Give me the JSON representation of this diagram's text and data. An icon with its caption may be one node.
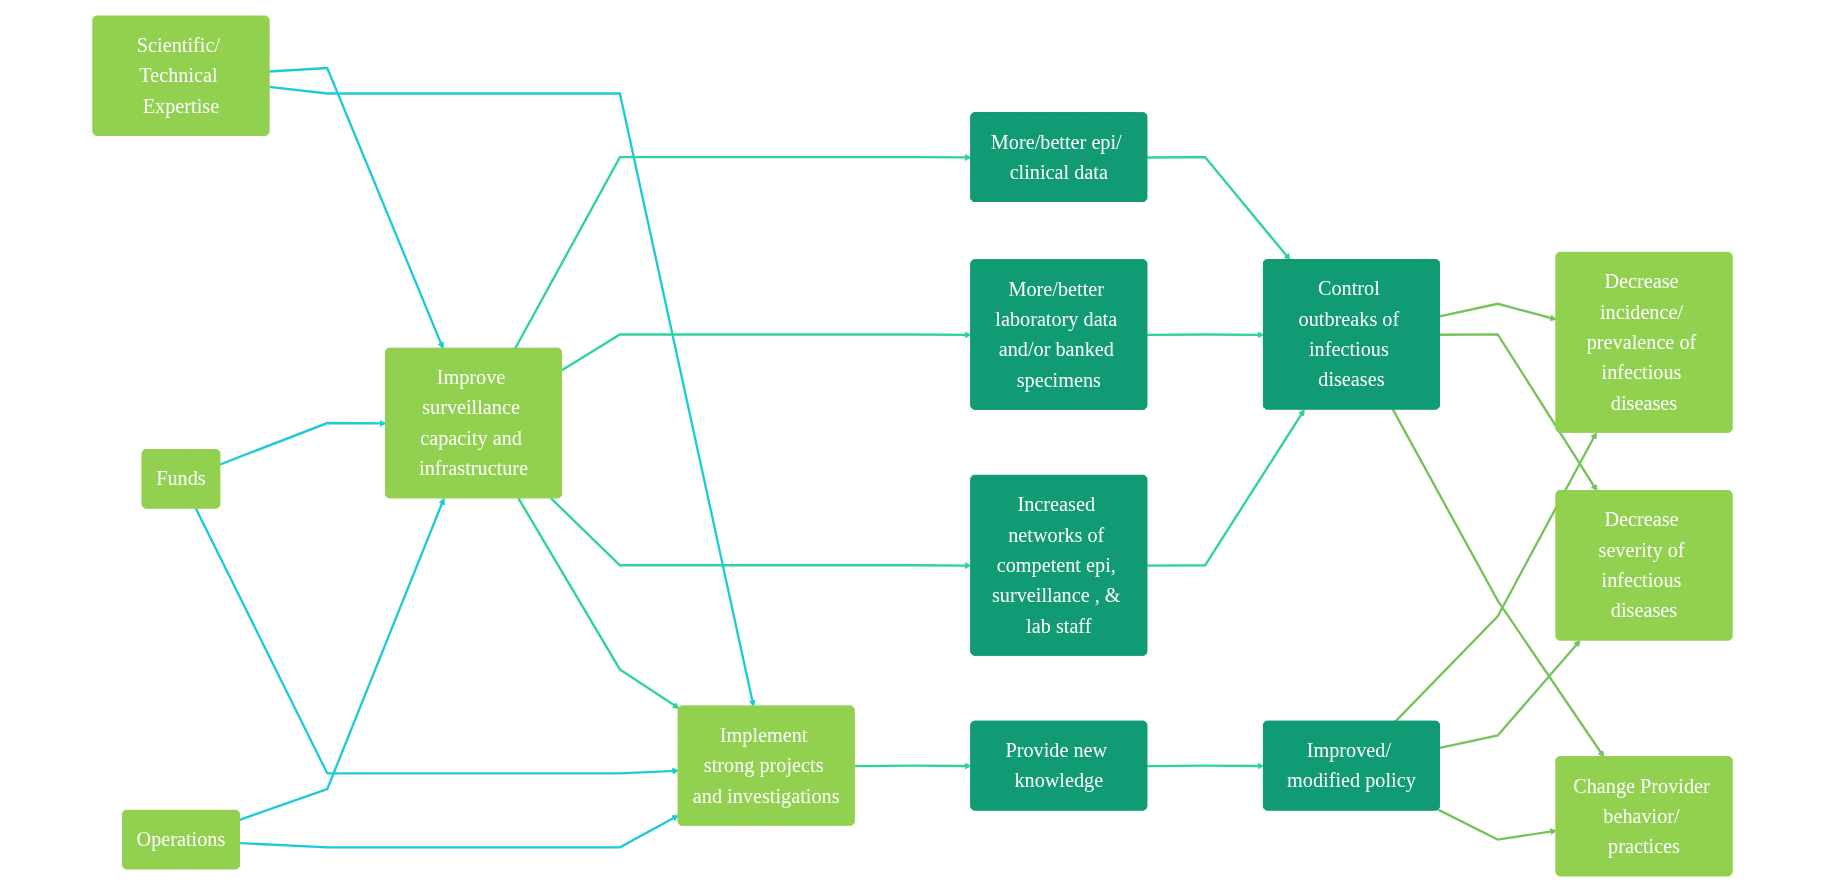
{
  "diagram": {
    "nodes": [
      {
        "text": [
          "Scientific/ Technical Expertise"
        ]
      },
      {
        "text": [
          "Funds"
        ]
      },
      {
        "text": [
          "Operations"
        ]
      },
      {
        "text": [
          "Improve surveillance capacity and infrastructure"
        ]
      },
      {
        "text": [
          "Implement strong projects and investigations"
        ]
      },
      {
        "text": [
          "More/better epi/ clinical data"
        ]
      },
      {
        "text": [
          "More/better laboratory data and/or banked specimens"
        ]
      },
      {
        "text": [
          "Increased networks of competent epi, surveillance , & lab staff"
        ]
      },
      {
        "text": [
          "Provide new knowledge"
        ]
      },
      {
        "text": [
          "Control outbreaks of infectious diseases"
        ]
      },
      {
        "text": [
          "Improved/ modified policy"
        ]
      },
      {
        "text": [
          "Decrease incidence/ prevalence of infectious diseases"
        ]
      },
      {
        "text": [
          "Decrease severity of infectious diseases"
        ]
      },
      {
        "text": [
          "Change Provider behavior/ practices"
        ]
      }
    ],
    "edges": [
      {
        "from": 0,
        "to": 3,
        "arrow": "to",
        "color": "#1ccad8"
      },
      {
        "from": 1,
        "to": 3,
        "arrow": "to",
        "color": "#1ccad8"
      },
      {
        "from": 2,
        "to": 3,
        "arrow": "to",
        "color": "#1ccad8"
      },
      {
        "from": 0,
        "to": 4,
        "arrow": "to",
        "color": "#1ccad8"
      },
      {
        "from": 1,
        "to": 4,
        "arrow": "to",
        "color": "#1ccad8"
      },
      {
        "from": 2,
        "to": 4,
        "arrow": "to",
        "color": "#1ccad8"
      },
      {
        "from": 3,
        "to": 5,
        "arrow": "to"
      },
      {
        "from": 3,
        "to": 6,
        "arrow": "to"
      },
      {
        "from": 3,
        "to": 7,
        "arrow": "to"
      },
      {
        "from": 3,
        "to": 4,
        "arrow": "to"
      },
      {
        "from": 4,
        "to": 8,
        "arrow": "to"
      },
      {
        "from": 5,
        "to": 9,
        "arrow": "to"
      },
      {
        "from": 6,
        "to": 9,
        "arrow": "to"
      },
      {
        "from": 7,
        "to": 9,
        "arrow": "to"
      },
      {
        "from": 8,
        "to": 10,
        "arrow": "to"
      },
      {
        "from": 9,
        "to": 11,
        "arrow": "to",
        "color": "#77c25a"
      },
      {
        "from": 9,
        "to": 12,
        "arrow": "to",
        "color": "#77c25a"
      },
      {
        "from": 9,
        "to": 13,
        "arrow": "to",
        "color": "#77c25a"
      },
      {
        "from": 10,
        "to": 11,
        "arrow": "to",
        "color": "#77c25a"
      },
      {
        "from": 10,
        "to": 12,
        "arrow": "to",
        "color": "#77c25a"
      },
      {
        "from": 10,
        "to": 13,
        "arrow": "to",
        "color": "#77c25a"
      }
    ]
  }
}
